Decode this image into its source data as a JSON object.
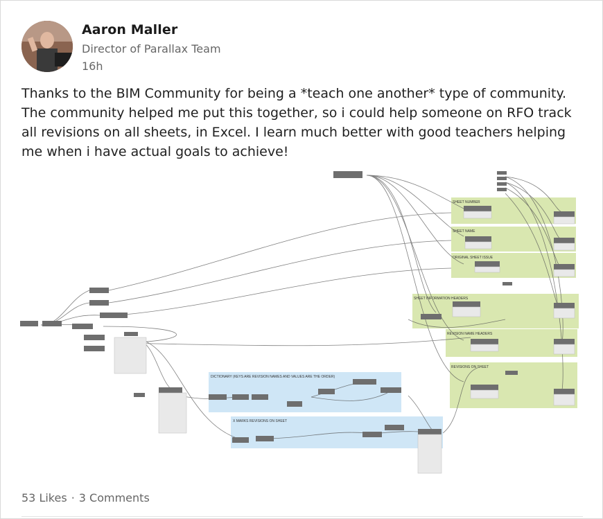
{
  "post": {
    "author_name": "Aaron Maller",
    "author_headline": "Director of Parallax Team",
    "timestamp": "16h",
    "text": "Thanks to the BIM Community for being a *teach one another* type of community. The community helped me put this together, so i could help someone on RFO track all revisions on all sheets, in Excel. I learn much better with good teachers helping me when i have actual goals to achieve!"
  },
  "graph": {
    "groups": [
      {
        "label": "SHEET NUMBER",
        "color": "#d9e7b0"
      },
      {
        "label": "SHEET NAME",
        "color": "#d9e7b0"
      },
      {
        "label": "ORIGINAL SHEET ISSUE",
        "color": "#d9e7b0"
      },
      {
        "label": "SHEET INFORMATION HEADERS",
        "color": "#d9e7b0"
      },
      {
        "label": "REVISION NAME HEADERS",
        "color": "#d9e7b0"
      },
      {
        "label": "REVISIONS ON SHEET",
        "color": "#d9e7b0"
      },
      {
        "label": "DICTIONARY (KEYS ARE REVISION NAMES AND VALUES ARE THE ORDER)",
        "color": "#cfe6f6"
      },
      {
        "label": "X MARKS REVISIONS ON SHEET",
        "color": "#cfe6f6"
      }
    ]
  },
  "footer": {
    "likes": "53 Likes",
    "separator": "·",
    "comments": "3 Comments"
  }
}
